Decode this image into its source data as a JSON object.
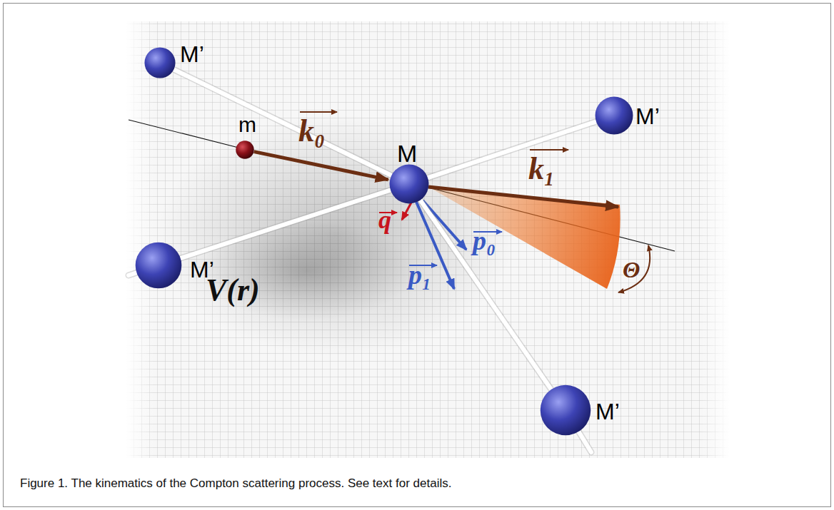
{
  "diagram": {
    "caption": "Figure 1. The kinematics of the Compton scattering process. See text for details.",
    "nodes": [
      {
        "text": [
          "M’"
        ]
      },
      {
        "text": [
          "m"
        ]
      },
      {
        "text": [
          "M"
        ]
      },
      {
        "text": [
          "M’"
        ]
      },
      {
        "text": [
          "M’"
        ]
      },
      {
        "text": [
          "M’"
        ]
      }
    ],
    "edges": [
      {
        "from": 1,
        "to": 2,
        "arrow": "to",
        "label": "k₀"
      },
      {
        "from": 2,
        "to": 0,
        "arrow": "none"
      },
      {
        "from": 2,
        "to": 3,
        "arrow": "none"
      },
      {
        "from": 2,
        "to": 4,
        "arrow": "none"
      },
      {
        "from": 2,
        "to": 5,
        "arrow": "none"
      }
    ],
    "labels": [
      "k₁",
      "q",
      "p₁",
      "p₀",
      "V(r)",
      "Θ"
    ]
  }
}
